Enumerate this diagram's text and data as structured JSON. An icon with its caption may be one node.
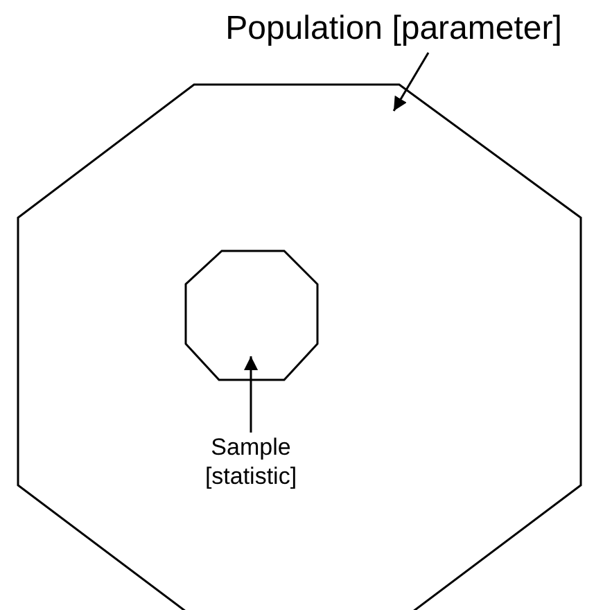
{
  "diagram": {
    "nodes": [
      {
        "text": [
          "Population [parameter]"
        ]
      },
      {
        "text": [],
        "shape": "octagon"
      },
      {
        "text": [],
        "shape": "octagon",
        "in": 1
      },
      {
        "text": [
          "Sample [statistic]"
        ],
        "in": 1
      }
    ],
    "edges": [
      {
        "from": 0,
        "to": 1,
        "arrow": "to"
      },
      {
        "from": 3,
        "to": 2,
        "arrow": "to"
      }
    ]
  }
}
